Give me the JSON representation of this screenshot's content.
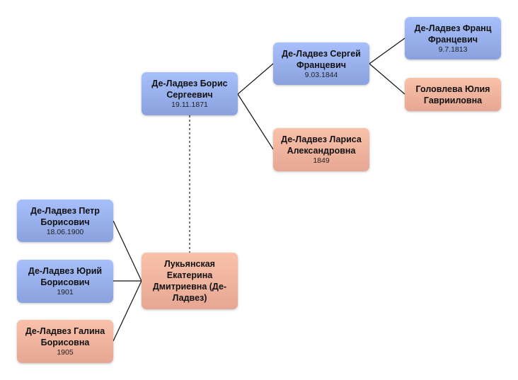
{
  "colors": {
    "male": "#9bb2ee",
    "female": "#f1b49e"
  },
  "nodes": {
    "boris": {
      "name": "Де-Ладвез Борис Сергеевич",
      "date": "19.11.1871"
    },
    "sergey": {
      "name": "Де-Ладвез Сергей Францевич",
      "date": "9.03.1844"
    },
    "franz": {
      "name": "Де-Ладвез Франц Францевич",
      "date": "9.7.1813"
    },
    "golovleva": {
      "name": "Головлева Юлия Гаврииловна"
    },
    "larisa": {
      "name": "Де-Ладвез Лариса Александровна",
      "date": "1849"
    },
    "lukyanskaya": {
      "name": "Лукьянская Екатерина Дмитриевна (Де-Ладвез)"
    },
    "petr": {
      "name": "Де-Ладвез Петр Борисович",
      "date": "18.06.1900"
    },
    "yuri": {
      "name": "Де-Ладвез Юрий Борисович",
      "date": "1901"
    },
    "galina": {
      "name": "Де-Ладвез Галина Борисовна",
      "date": "1905"
    }
  }
}
